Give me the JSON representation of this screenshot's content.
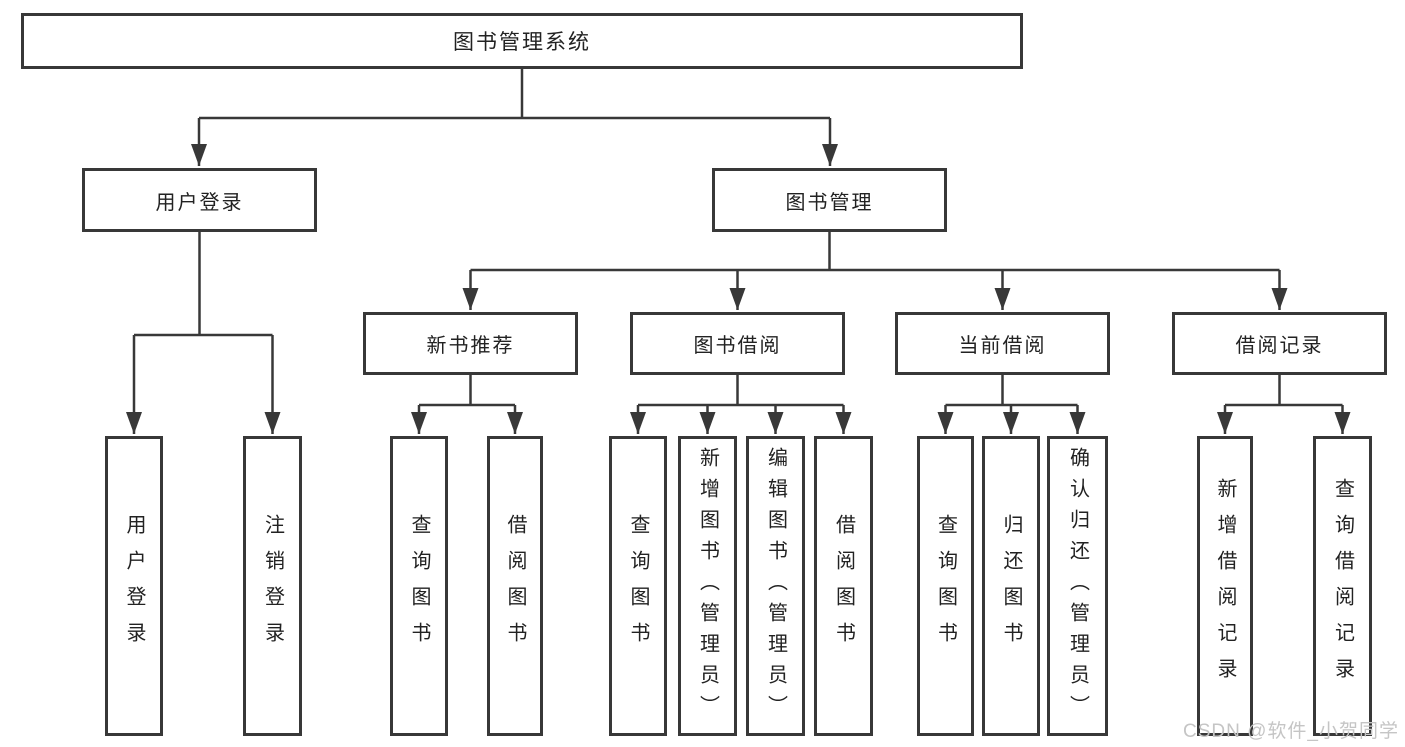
{
  "tree": {
    "root": {
      "label": "图书管理系统"
    },
    "branches": [
      {
        "label": "用户登录",
        "children": [
          {
            "label": "用户登录"
          },
          {
            "label": "注销登录"
          }
        ]
      },
      {
        "label": "图书管理",
        "children": [
          {
            "label": "新书推荐",
            "children": [
              {
                "label": "查询图书"
              },
              {
                "label": "借阅图书"
              }
            ]
          },
          {
            "label": "图书借阅",
            "children": [
              {
                "label": "查询图书"
              },
              {
                "label": "新增图书（管理员）"
              },
              {
                "label": "编辑图书（管理员）"
              },
              {
                "label": "借阅图书"
              }
            ]
          },
          {
            "label": "当前借阅",
            "children": [
              {
                "label": "查询图书"
              },
              {
                "label": "归还图书"
              },
              {
                "label": "确认归还（管理员）"
              }
            ]
          },
          {
            "label": "借阅记录",
            "children": [
              {
                "label": "新增借阅记录"
              },
              {
                "label": "查询借阅记录"
              }
            ]
          }
        ]
      }
    ]
  },
  "watermark": {
    "text": "CSDN @软件_小贺同学"
  },
  "colors": {
    "line": "#383838",
    "box_border": "#383838",
    "text": "#222222",
    "watermark": "#c5c5c5",
    "background": "#ffffff"
  }
}
